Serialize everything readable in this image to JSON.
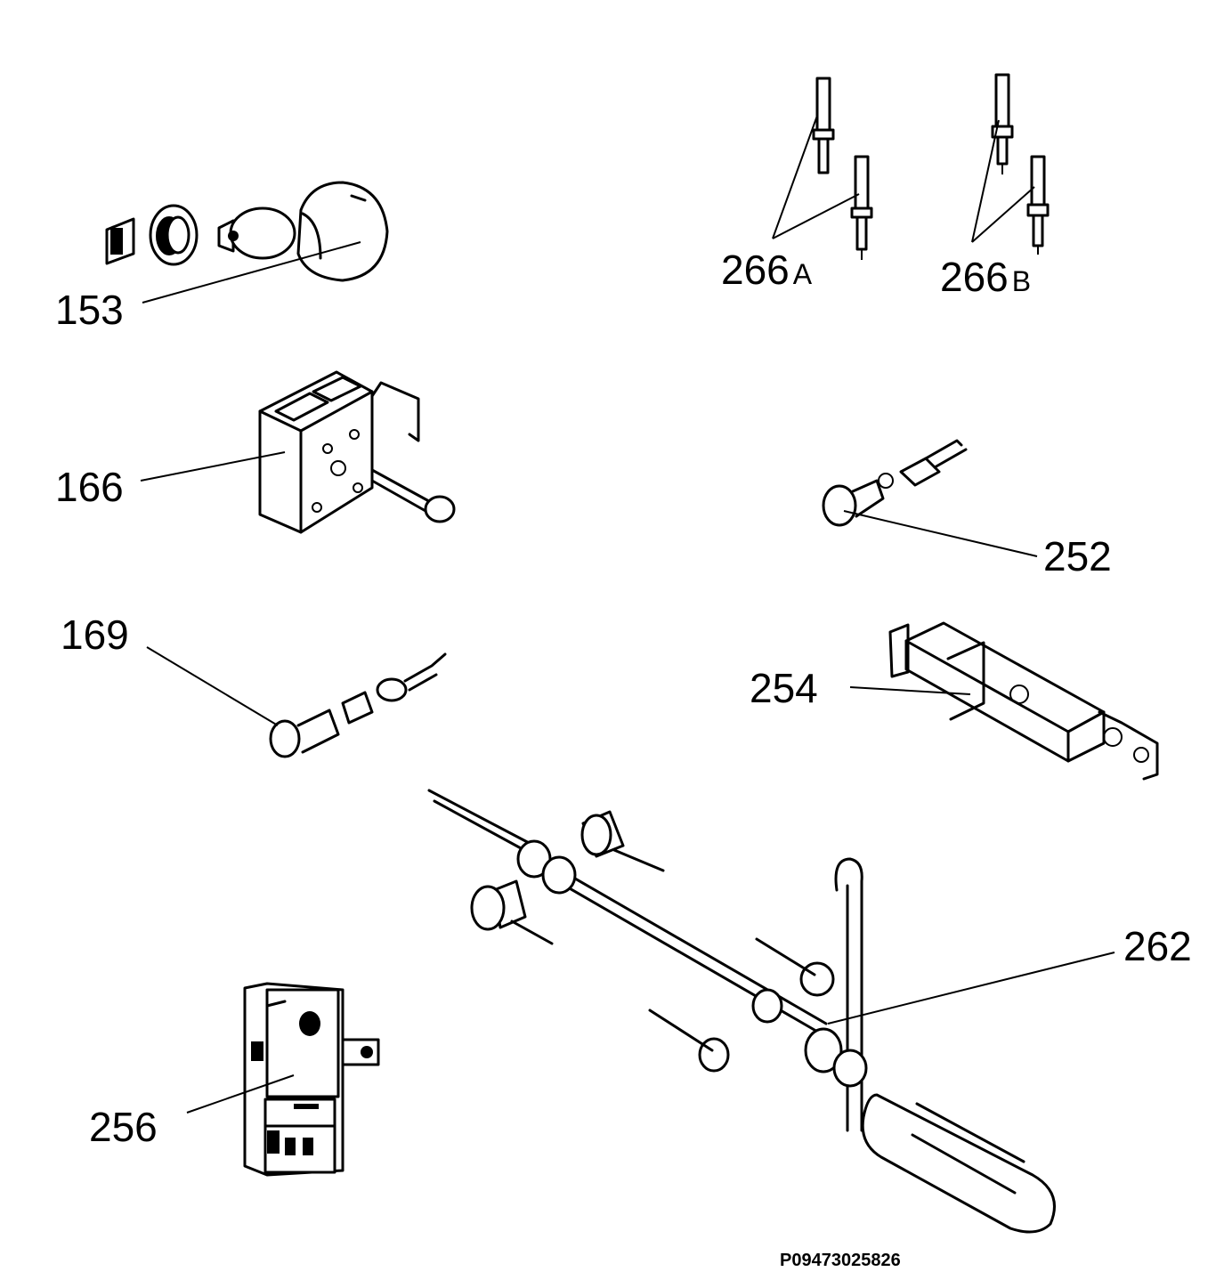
{
  "labels": {
    "p153": "153",
    "p166": "166",
    "p169": "169",
    "p252": "252",
    "p254": "254",
    "p256": "256",
    "p262": "262",
    "p266a": {
      "num": "266",
      "suffix": "A"
    },
    "p266b": {
      "num": "266",
      "suffix": "B"
    }
  },
  "drawing_code": "P09473025826",
  "icons": [
    "lamp-assembly-icon",
    "junction-box-icon",
    "connector-icon",
    "ignition-electrode-icon",
    "spark-generator-icon",
    "thermostat-icon",
    "rotisserie-spit-icon"
  ]
}
